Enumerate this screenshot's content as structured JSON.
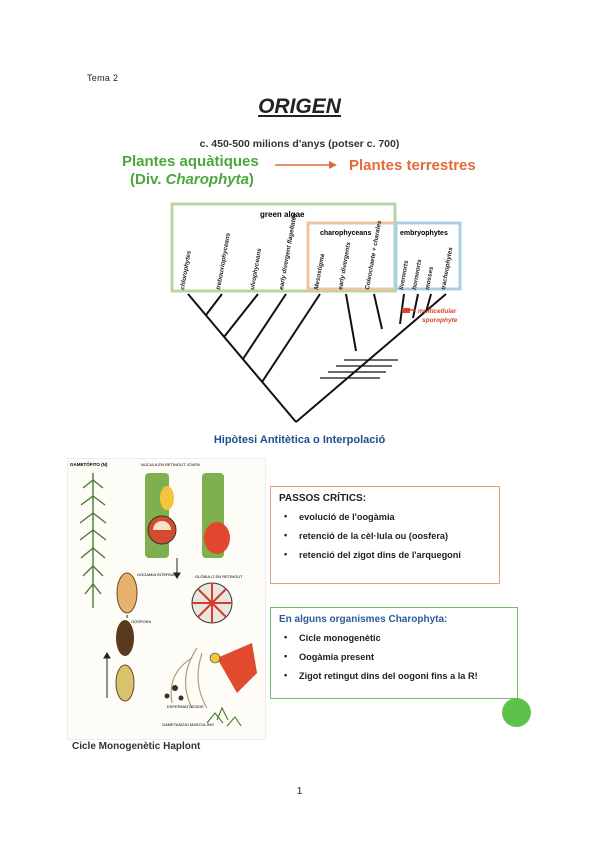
{
  "header": {
    "tema": "Tema 2"
  },
  "title": "ORIGEN",
  "subtitle": "c. 450-500 milions d'anys (potser c. 700)",
  "transition": {
    "from_line1": "Plantes aquàtiques",
    "from_line2_prefix": "(Div. ",
    "from_line2_italic": "Charophyta",
    "from_line2_suffix": ")",
    "to": "Plantes terrestres"
  },
  "tree": {
    "groups": [
      "green algae",
      "charophyceans",
      "embryophytes"
    ],
    "taxa": [
      "chlorophytes",
      "trebouxiophyceans",
      "ulvophyceans",
      "early divergent flagellates",
      "Mesostigma",
      "early divergents",
      "Coleochaete + charales",
      "liverworts",
      "hornworts",
      "mosses",
      "tracheophytes"
    ],
    "annotation_line1": "multicellular",
    "annotation_line2": "sporophyte",
    "colors": {
      "green_algae": "#b9d4a3",
      "charophyceans": "#f0c49c",
      "embryophytes": "#a7cfe8",
      "marker": "#d9432b"
    }
  },
  "hypothesis": "Hipòtesi Antitètica o Interpolació",
  "critical_steps": {
    "heading": "PASSOS CRÍTICS:",
    "items": [
      "evolució de l'oogàmia",
      "retenció de la cèl·lula ou (oosfera)",
      "retenció del zigot dins de l'arquegoni"
    ]
  },
  "charophyta_box": {
    "heading": "En alguns organismes Charophyta:",
    "items": [
      "Cicle monogenètic",
      "Oogàmia present",
      "Zigot retingut dins del oogoni fins a la R!"
    ]
  },
  "cycle": {
    "caption": "Cicle Monogenètic Haplont",
    "labels": {
      "gametophyte": "GAMETÒFITO (N)",
      "nucula": "NÚCULA EN RETINGUT JOVEN",
      "oogamia": "OOGAMIA INTERNA",
      "glomerulo": "GLÓBULO EN RETINGUT",
      "oospora": "OOSPORA",
      "spermatozoid": "ESPERMATOZOIDE",
      "germination": "GAMETANGIO MASCULINO"
    }
  },
  "page_number": "1"
}
